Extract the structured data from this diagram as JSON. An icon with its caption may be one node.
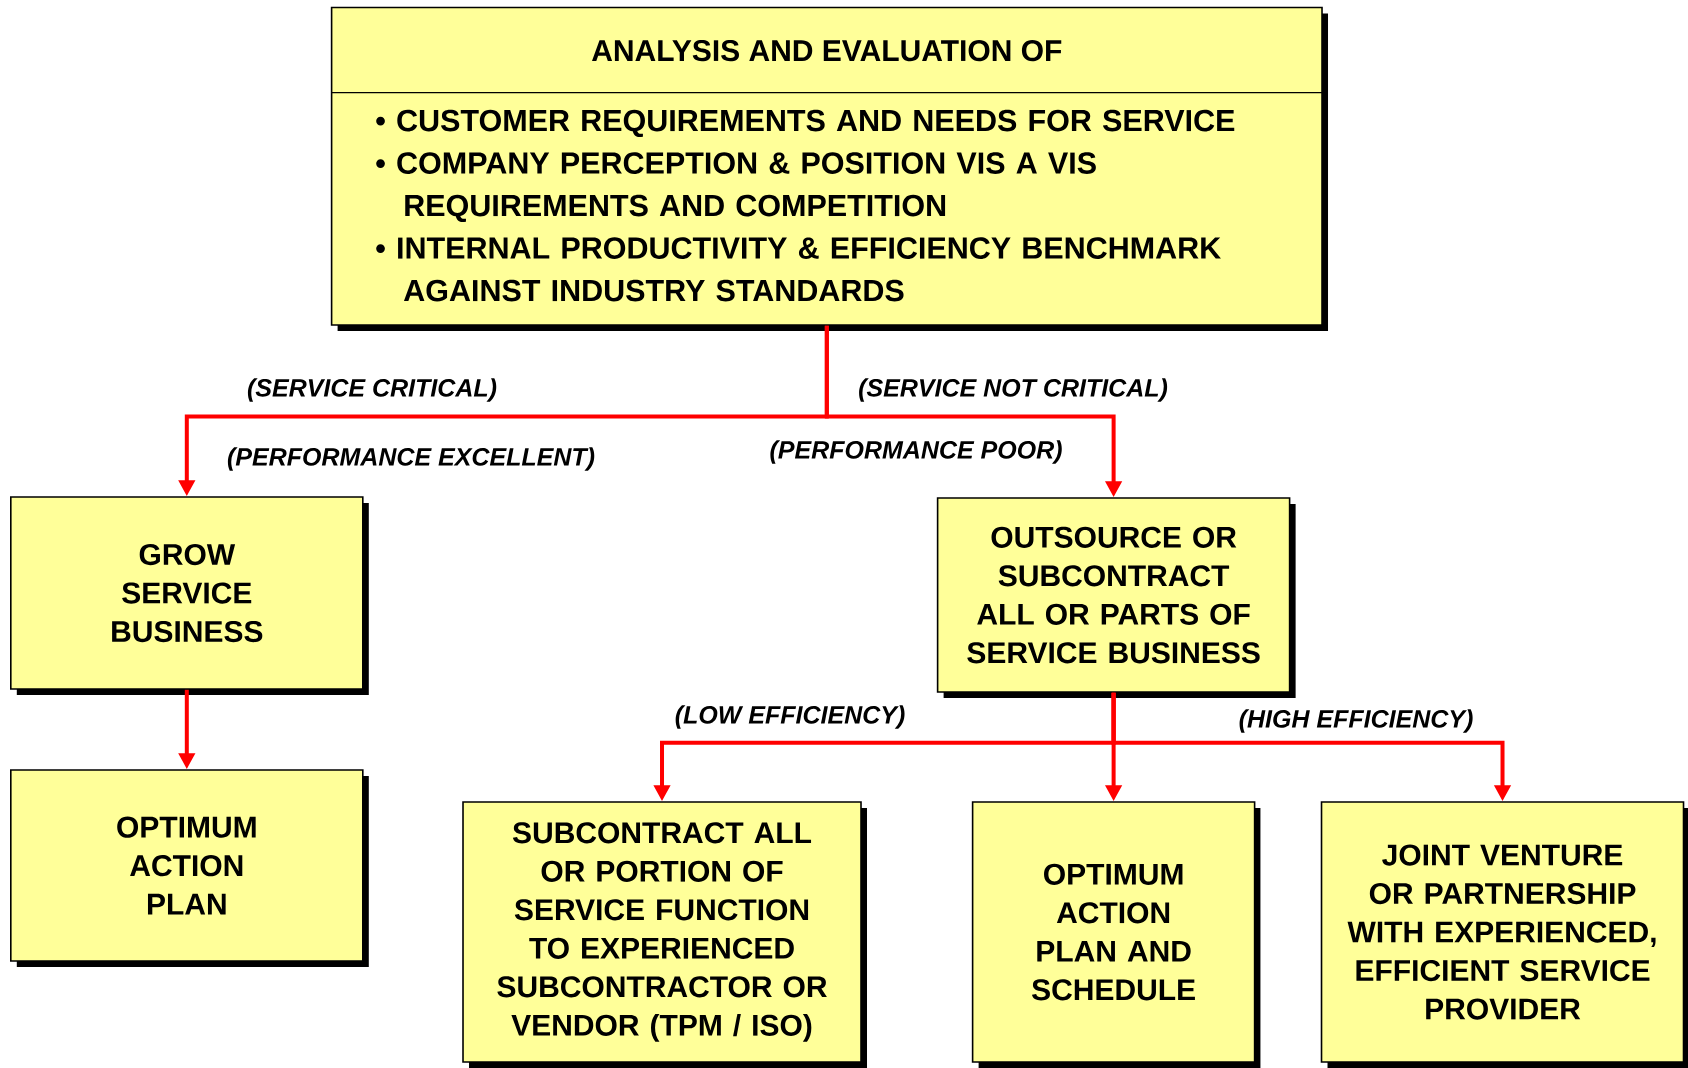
{
  "diagram": {
    "nodes": [
      {
        "text": [
          "ANALYSIS AND EVALUATION OF",
          "• CUSTOMER REQUIREMENTS AND NEEDS FOR SERVICE",
          "• COMPANY PERCEPTION & POSITION VIS A VIS REQUIREMENTS AND COMPETITION",
          "• INTERNAL PRODUCTIVITY & EFFICIENCY BENCHMARK AGAINST INDUSTRY STANDARDS"
        ]
      },
      {
        "text": [
          "GROW SERVICE BUSINESS"
        ]
      },
      {
        "text": [
          "OUTSOURCE OR SUBCONTRACT ALL OR PARTS OF SERVICE BUSINESS"
        ]
      },
      {
        "text": [
          "OPTIMUM ACTION PLAN"
        ]
      },
      {
        "text": [
          "SUBCONTRACT ALL OR PORTION OF SERVICE FUNCTION TO EXPERIENCED SUBCONTRACTOR OR VENDOR (TPM / ISO)"
        ]
      },
      {
        "text": [
          "OPTIMUM ACTION PLAN AND SCHEDULE"
        ]
      },
      {
        "text": [
          "JOINT VENTURE OR PARTNERSHIP WITH EXPERIENCED, EFFICIENT SERVICE PROVIDER"
        ]
      }
    ],
    "edges": [
      {
        "from": 0,
        "to": 1,
        "arrow": "to",
        "label": "(SERVICE CRITICAL)"
      },
      {
        "from": 0,
        "to": 2,
        "arrow": "to",
        "label": "(SERVICE NOT CRITICAL)"
      },
      {
        "from": 1,
        "to": 3,
        "arrow": "to"
      },
      {
        "from": 2,
        "to": 4,
        "arrow": "to",
        "label": "(LOW EFFICIENCY)"
      },
      {
        "from": 2,
        "to": 5,
        "arrow": "to"
      },
      {
        "from": 2,
        "to": 6,
        "arrow": "to",
        "label": "(HIGH EFFICIENCY)"
      }
    ],
    "labels": [
      "(PERFORMANCE EXCELLENT)",
      "(PERFORMANCE POOR)"
    ]
  }
}
